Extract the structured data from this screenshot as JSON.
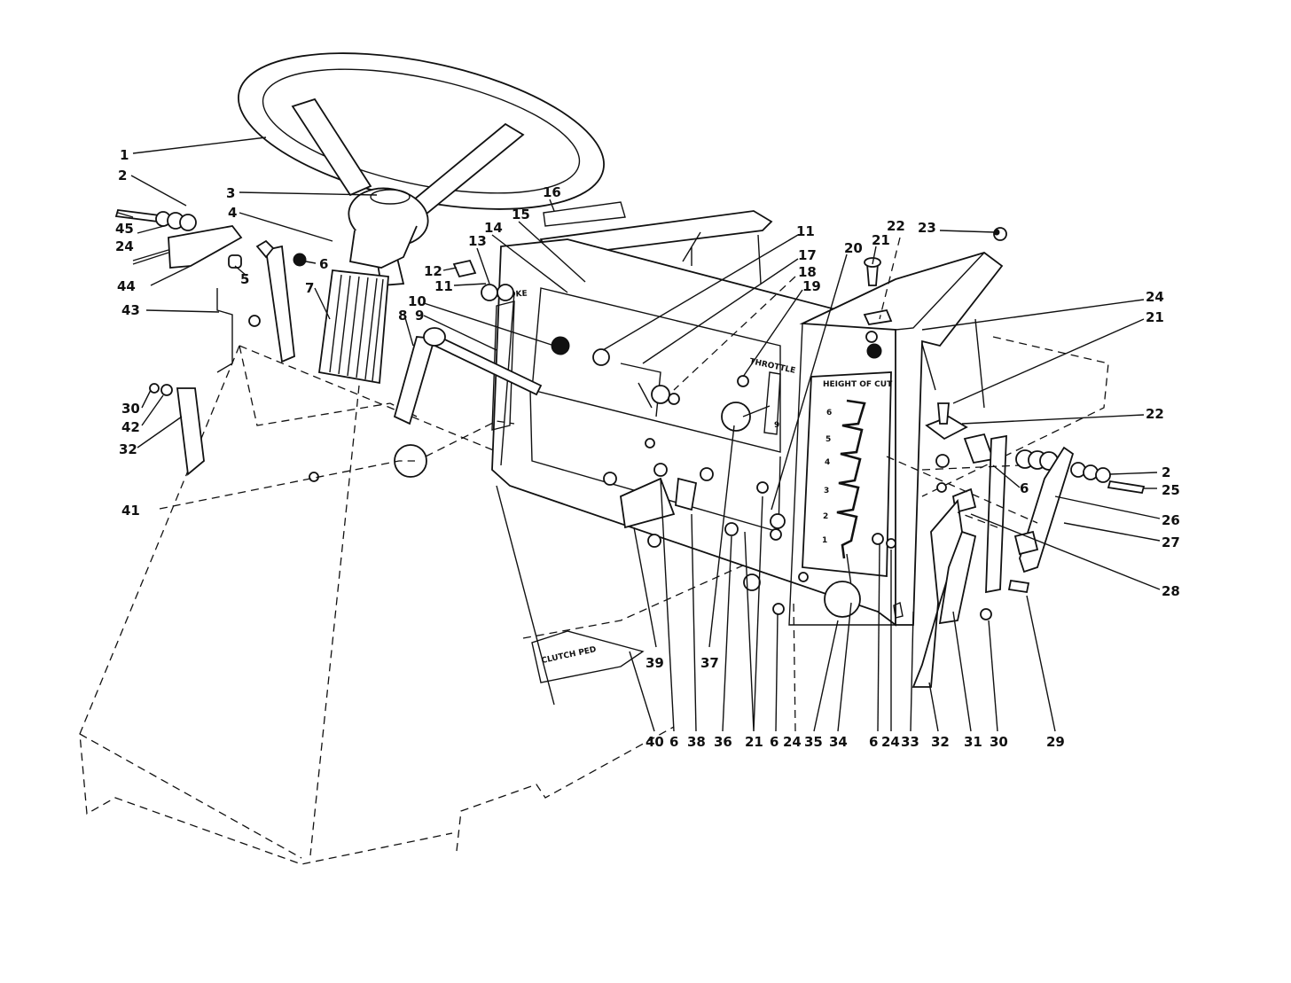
{
  "diagram": {
    "labels": [
      {
        "id": "1",
        "text": "1"
      },
      {
        "id": "2a",
        "text": "2"
      },
      {
        "id": "3",
        "text": "3"
      },
      {
        "id": "4",
        "text": "4"
      },
      {
        "id": "45",
        "text": "45"
      },
      {
        "id": "24a",
        "text": "24"
      },
      {
        "id": "44",
        "text": "44"
      },
      {
        "id": "5",
        "text": "5"
      },
      {
        "id": "6a",
        "text": "6"
      },
      {
        "id": "7",
        "text": "7"
      },
      {
        "id": "43",
        "text": "43"
      },
      {
        "id": "8",
        "text": "8"
      },
      {
        "id": "9",
        "text": "9"
      },
      {
        "id": "10",
        "text": "10"
      },
      {
        "id": "30a",
        "text": "30"
      },
      {
        "id": "42",
        "text": "42"
      },
      {
        "id": "32a",
        "text": "32"
      },
      {
        "id": "41",
        "text": "41"
      },
      {
        "id": "16",
        "text": "16"
      },
      {
        "id": "15",
        "text": "15"
      },
      {
        "id": "14",
        "text": "14"
      },
      {
        "id": "13",
        "text": "13"
      },
      {
        "id": "12",
        "text": "12"
      },
      {
        "id": "11a",
        "text": "11"
      },
      {
        "id": "11b",
        "text": "11"
      },
      {
        "id": "17",
        "text": "17"
      },
      {
        "id": "18",
        "text": "18"
      },
      {
        "id": "19",
        "text": "19"
      },
      {
        "id": "20",
        "text": "20"
      },
      {
        "id": "21a",
        "text": "21"
      },
      {
        "id": "22a",
        "text": "22"
      },
      {
        "id": "23",
        "text": "23"
      },
      {
        "id": "24b",
        "text": "24"
      },
      {
        "id": "21b",
        "text": "21"
      },
      {
        "id": "22b",
        "text": "22"
      },
      {
        "id": "2b",
        "text": "2"
      },
      {
        "id": "25",
        "text": "25"
      },
      {
        "id": "6b",
        "text": "6"
      },
      {
        "id": "26",
        "text": "26"
      },
      {
        "id": "27",
        "text": "27"
      },
      {
        "id": "28",
        "text": "28"
      },
      {
        "id": "29",
        "text": "29"
      },
      {
        "id": "30b",
        "text": "30"
      },
      {
        "id": "31",
        "text": "31"
      },
      {
        "id": "32b",
        "text": "32"
      },
      {
        "id": "33",
        "text": "33"
      },
      {
        "id": "24c",
        "text": "24"
      },
      {
        "id": "6c",
        "text": "6"
      },
      {
        "id": "34",
        "text": "34"
      },
      {
        "id": "35",
        "text": "35"
      },
      {
        "id": "24d",
        "text": "24"
      },
      {
        "id": "6d",
        "text": "6"
      },
      {
        "id": "21c",
        "text": "21"
      },
      {
        "id": "36",
        "text": "36"
      },
      {
        "id": "38",
        "text": "38"
      },
      {
        "id": "6e",
        "text": "6"
      },
      {
        "id": "40",
        "text": "40"
      },
      {
        "id": "39",
        "text": "39"
      },
      {
        "id": "37",
        "text": "37"
      }
    ],
    "panel_text": {
      "throttle": "THROTTLE",
      "height_of_cut": "HEIGHT OF CUT",
      "cut_levels": [
        "6",
        "5",
        "4",
        "3",
        "2",
        "1"
      ],
      "clutch_ped": "CLUTCH PED",
      "choke": "CHOKE",
      "throttle_marker": "9"
    }
  }
}
